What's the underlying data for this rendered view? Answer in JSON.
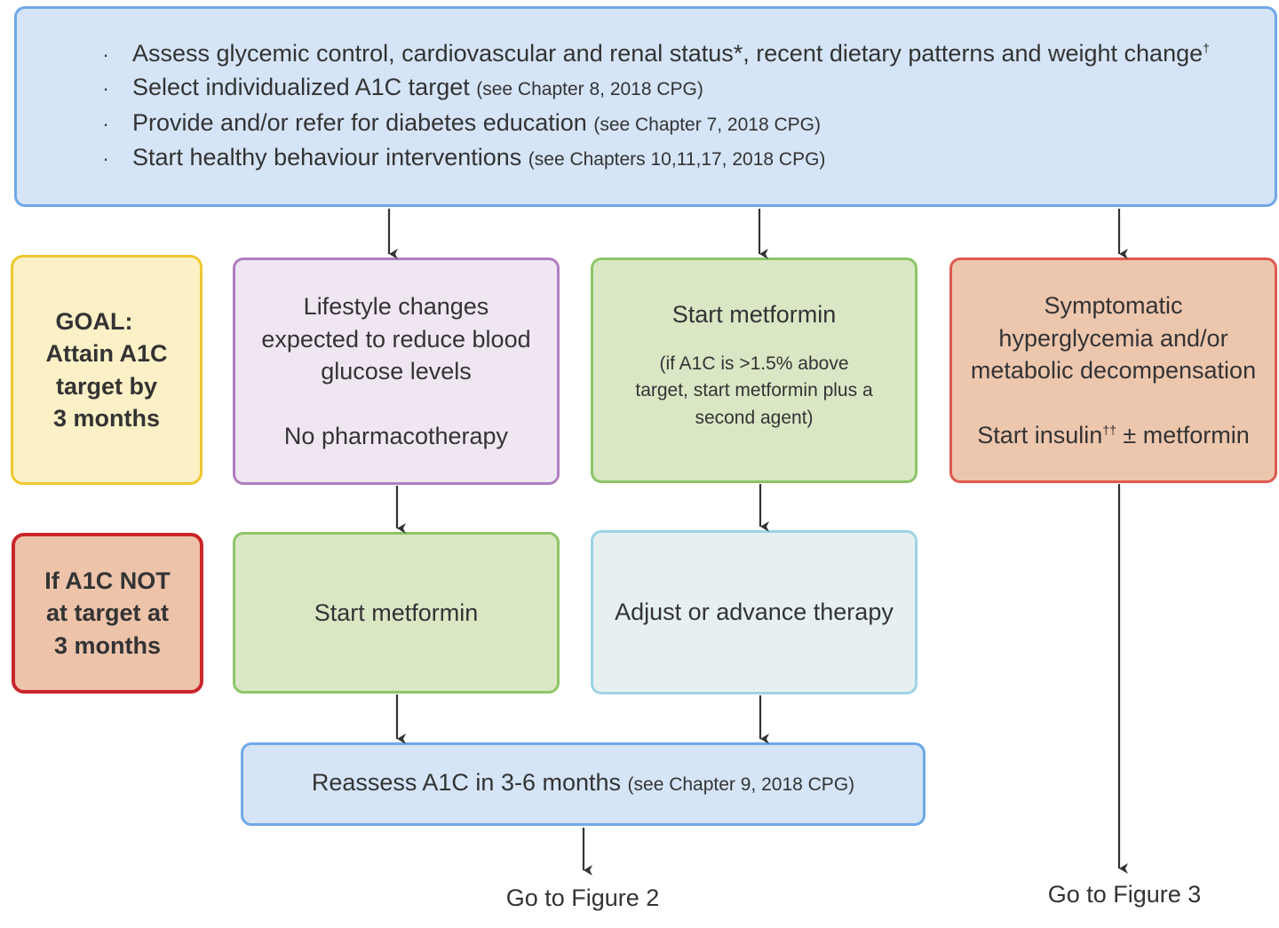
{
  "top": {
    "bullets": [
      {
        "marker": "·",
        "text": "Assess glycemic control, cardiovascular and renal status*, recent dietary patterns and weight change",
        "sup": "†",
        "ref": ""
      },
      {
        "marker": "·",
        "text": "Select individualized A1C target ",
        "sup": "",
        "ref": "(see Chapter 8, 2018 CPG)"
      },
      {
        "marker": "·",
        "text": "Provide and/or refer for diabetes education ",
        "sup": "",
        "ref": "(see Chapter 7, 2018 CPG)"
      },
      {
        "marker": "·",
        "text": "Start healthy behaviour interventions ",
        "sup": "",
        "ref": "(see Chapters 10,11,17, 2018 CPG)"
      }
    ]
  },
  "goal": {
    "lines": [
      "GOAL:",
      "Attain A1C",
      "target by",
      "3 months"
    ]
  },
  "not_at_target": {
    "lines": [
      "If A1C NOT",
      "at target at",
      "3 months"
    ]
  },
  "lifestyle": {
    "lines": [
      "Lifestyle changes",
      "expected to reduce blood",
      "glucose levels"
    ],
    "note": "No pharmacotherapy"
  },
  "metformin_start": {
    "title": "Start metformin",
    "note_lines": [
      "(if A1C is >1.5% above",
      "target, start metformin plus a",
      "second agent)"
    ]
  },
  "symptomatic": {
    "lines": [
      "Symptomatic",
      "hyperglycemia and/or",
      "metabolic decompensation"
    ],
    "insulin_pre": "Start insulin",
    "insulin_sup": "††",
    "insulin_post": " ± metformin"
  },
  "metformin_after": {
    "label": "Start metformin"
  },
  "adjust": {
    "label": "Adjust or advance therapy"
  },
  "reassess": {
    "text": "Reassess A1C in 3-6 months ",
    "ref": "(see Chapter 9, 2018 CPG)"
  },
  "goto_fig2": "Go to Figure 2",
  "goto_fig3": "Go to Figure 3"
}
